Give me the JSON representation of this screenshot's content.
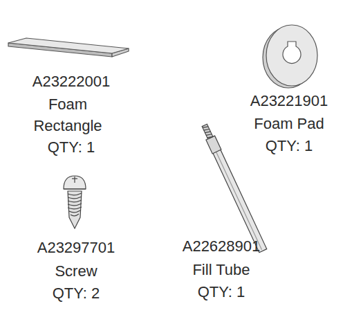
{
  "diagram": {
    "labels": [
      "A23222001",
      "Foam Rectangle",
      "QTY: 1",
      "A23221901",
      "Foam Pad",
      "QTY: 1",
      "A23297701",
      "Screw",
      "QTY: 2",
      "A22628901",
      "Fill Tube",
      "QTY: 1"
    ]
  }
}
